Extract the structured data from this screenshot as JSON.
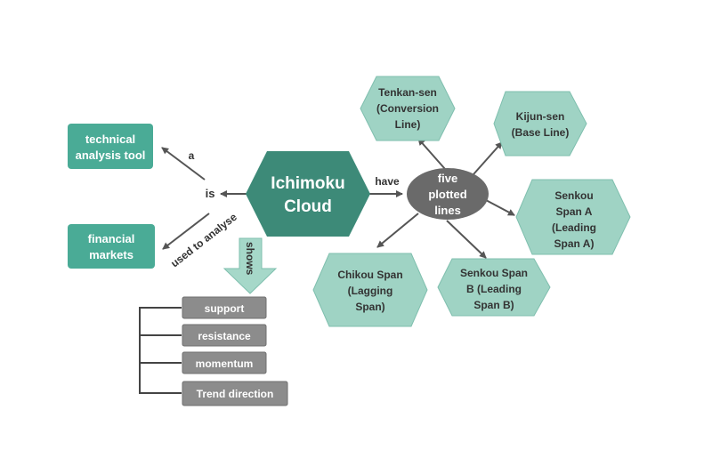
{
  "colors": {
    "central": "#3d8a78",
    "teal_box": "#4aab96",
    "light_hex": "#9fd3c4",
    "light_hex_border": "#7fbfae",
    "gray_ellipse": "#6a6a6a",
    "gray_box": "#8c8c8c",
    "arrow": "#555555",
    "dark_text": "#333333",
    "white_text": "#ffffff"
  },
  "central": {
    "lines": [
      "Ichimoku",
      "Cloud"
    ]
  },
  "left": {
    "is_label": "is",
    "a_label": "a",
    "used_label": "used to analyse",
    "box1": {
      "lines": [
        "technical",
        "analysis tool"
      ]
    },
    "box2": {
      "lines": [
        "financial",
        "markets"
      ]
    }
  },
  "shows": {
    "label": "shows",
    "items": [
      "support",
      "resistance",
      "momentum",
      "Trend direction"
    ]
  },
  "have_label": "have",
  "hub": {
    "lines": [
      "five",
      "plotted",
      "lines"
    ]
  },
  "lines_nodes": [
    {
      "id": "tenkan",
      "lines": [
        "Tenkan-sen",
        "(Conversion",
        "Line)"
      ]
    },
    {
      "id": "kijun",
      "lines": [
        "Kijun-sen",
        "(Base Line)"
      ]
    },
    {
      "id": "senkou-a",
      "lines": [
        "Senkou",
        "Span A",
        "(Leading",
        "Span A)"
      ]
    },
    {
      "id": "senkou-b",
      "lines": [
        "Senkou Span",
        "B (Leading",
        "Span B)"
      ]
    },
    {
      "id": "chikou",
      "lines": [
        "Chikou Span",
        "(Lagging",
        "Span)"
      ]
    }
  ]
}
